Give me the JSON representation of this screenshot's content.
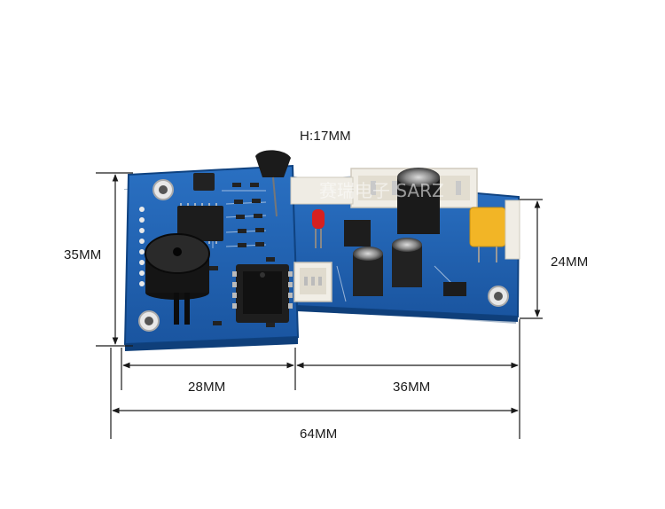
{
  "dimensions": {
    "height": "H:17MM",
    "left_height": "35MM",
    "right_height": "24MM",
    "left_width": "28MM",
    "right_width": "36MM",
    "total_width": "64MM"
  },
  "watermark": "赛瑞电子 SARZ",
  "colors": {
    "pcb": "#1d5fb0",
    "pcb_dark": "#134a8c",
    "silkscreen": "#ffffff",
    "dimension_line": "#1a1a1a"
  }
}
